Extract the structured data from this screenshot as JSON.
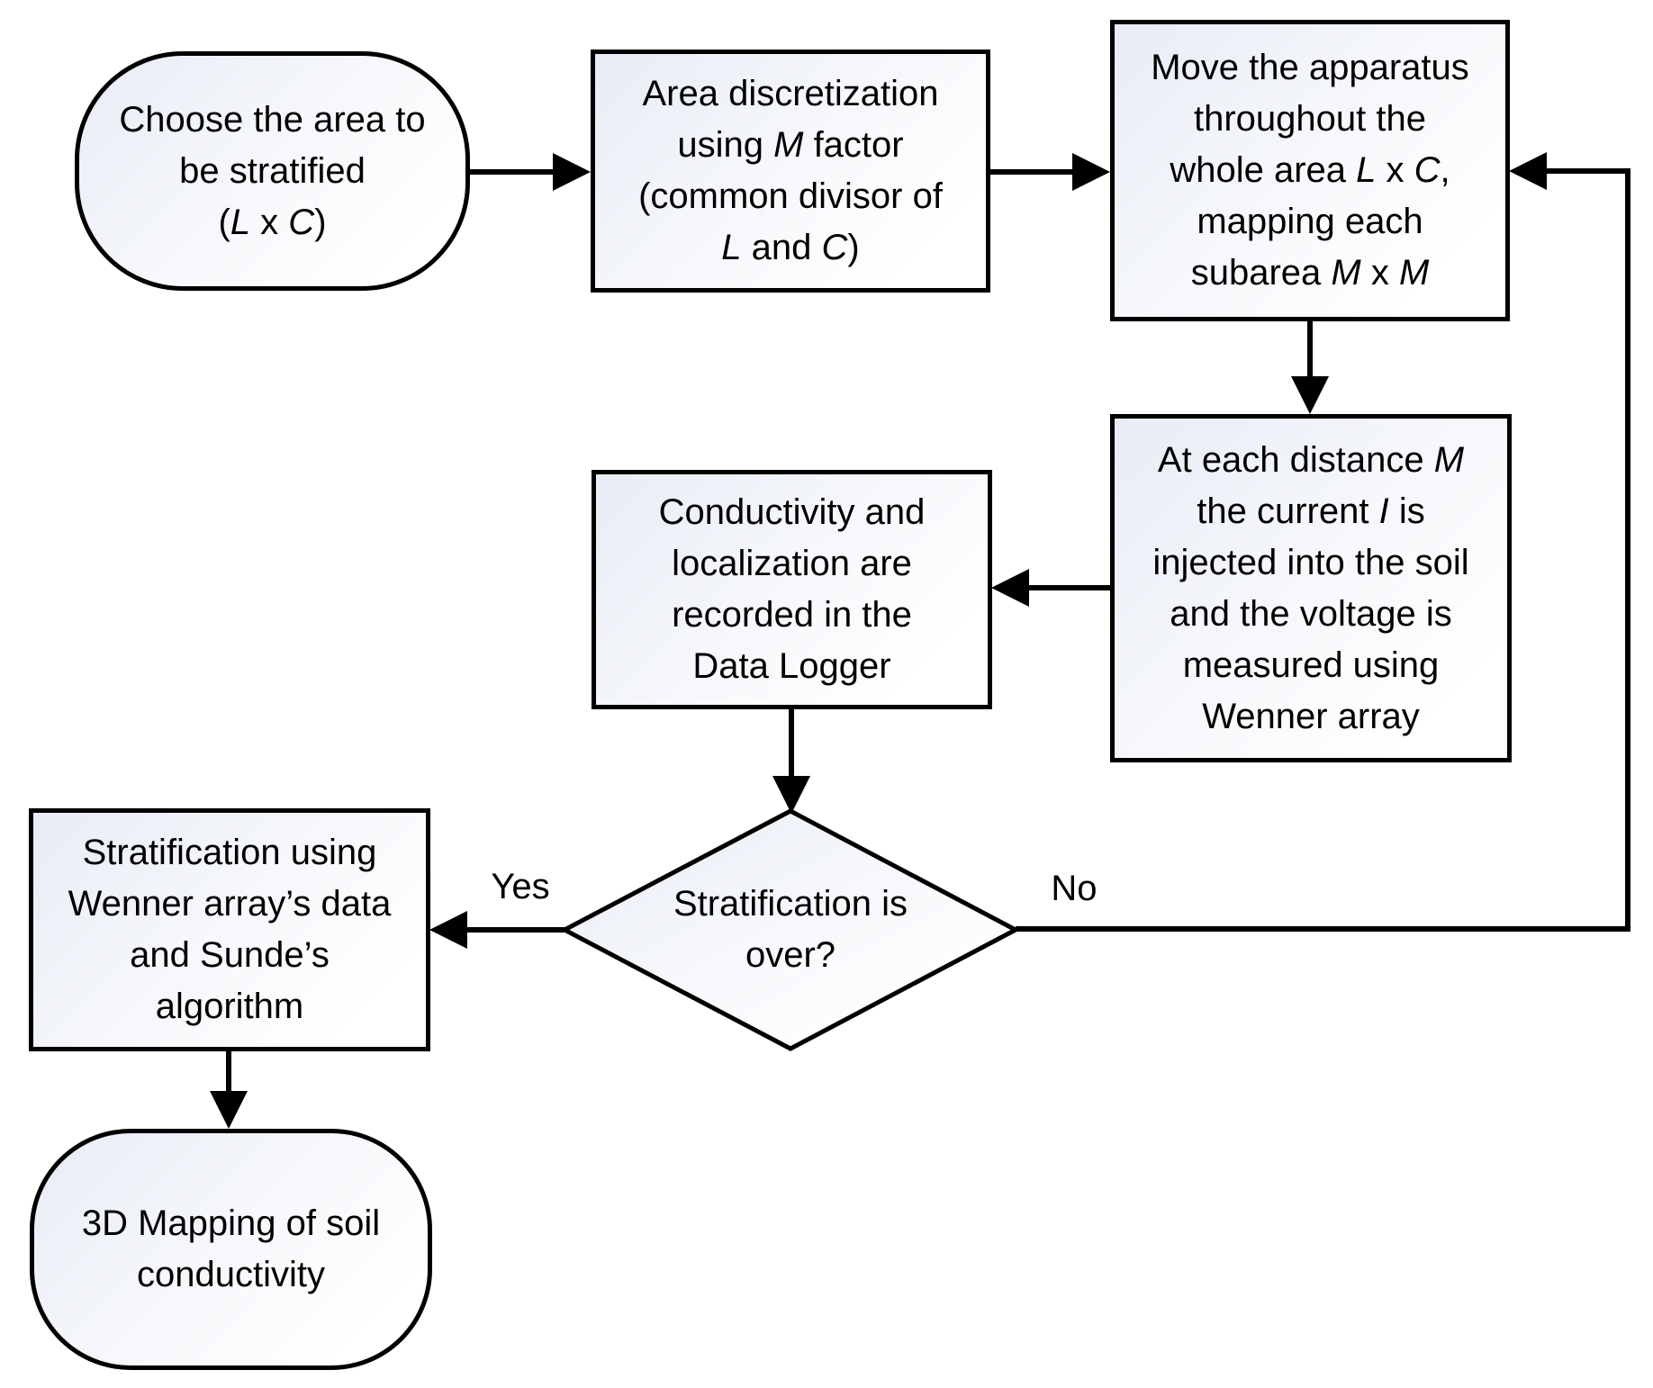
{
  "diagram": {
    "kind": "flowchart",
    "nodes": [
      {
        "id": "start",
        "shape": "stadium",
        "lines": [
          [
            "Choose the area to"
          ],
          [
            "be stratified"
          ],
          [
            "(",
            {
              "text": "L",
              "italic": true
            },
            " x ",
            {
              "text": "C",
              "italic": true
            },
            ")"
          ]
        ]
      },
      {
        "id": "discretization",
        "shape": "rect",
        "lines": [
          [
            "Area discretization"
          ],
          [
            "using ",
            {
              "text": "M",
              "italic": true
            },
            " factor"
          ],
          [
            "(common divisor of"
          ],
          [
            {
              "text": "L",
              "italic": true
            },
            " and ",
            {
              "text": "C",
              "italic": true
            },
            ")"
          ]
        ]
      },
      {
        "id": "move-apparatus",
        "shape": "rect",
        "lines": [
          [
            "Move the apparatus"
          ],
          [
            "throughout the"
          ],
          [
            "whole area ",
            {
              "text": "L",
              "italic": true
            },
            " x ",
            {
              "text": "C",
              "italic": true
            },
            ","
          ],
          [
            "mapping each"
          ],
          [
            "subarea ",
            {
              "text": "M",
              "italic": true
            },
            " x ",
            {
              "text": "M",
              "italic": true
            }
          ]
        ]
      },
      {
        "id": "injection",
        "shape": "rect",
        "lines": [
          [
            "At each distance ",
            {
              "text": "M",
              "italic": true
            }
          ],
          [
            "the current ",
            {
              "text": "I",
              "italic": true
            },
            " is"
          ],
          [
            "injected into the soil"
          ],
          [
            "and the voltage is"
          ],
          [
            "measured using"
          ],
          [
            "Wenner array"
          ]
        ]
      },
      {
        "id": "data-logger",
        "shape": "rect",
        "lines": [
          [
            "Conductivity and"
          ],
          [
            "localization are"
          ],
          [
            "recorded in the"
          ],
          [
            "Data Logger"
          ]
        ]
      },
      {
        "id": "decision",
        "shape": "diamond",
        "lines": [
          [
            "Stratification is"
          ],
          [
            "over?"
          ]
        ]
      },
      {
        "id": "stratification",
        "shape": "rect",
        "lines": [
          [
            "Stratification using"
          ],
          [
            "Wenner array’s data"
          ],
          [
            "and Sunde’s"
          ],
          [
            "algorithm"
          ]
        ]
      },
      {
        "id": "end",
        "shape": "stadium",
        "lines": [
          [
            "3D Mapping of soil"
          ],
          [
            "conductivity"
          ]
        ]
      }
    ],
    "branch_labels": {
      "yes": "Yes",
      "no": "No"
    }
  },
  "colors": {
    "stroke": "#000000",
    "text": "#000000",
    "fill_gradient_start": "#e8ecf5",
    "fill_gradient_end": "#ffffff"
  }
}
